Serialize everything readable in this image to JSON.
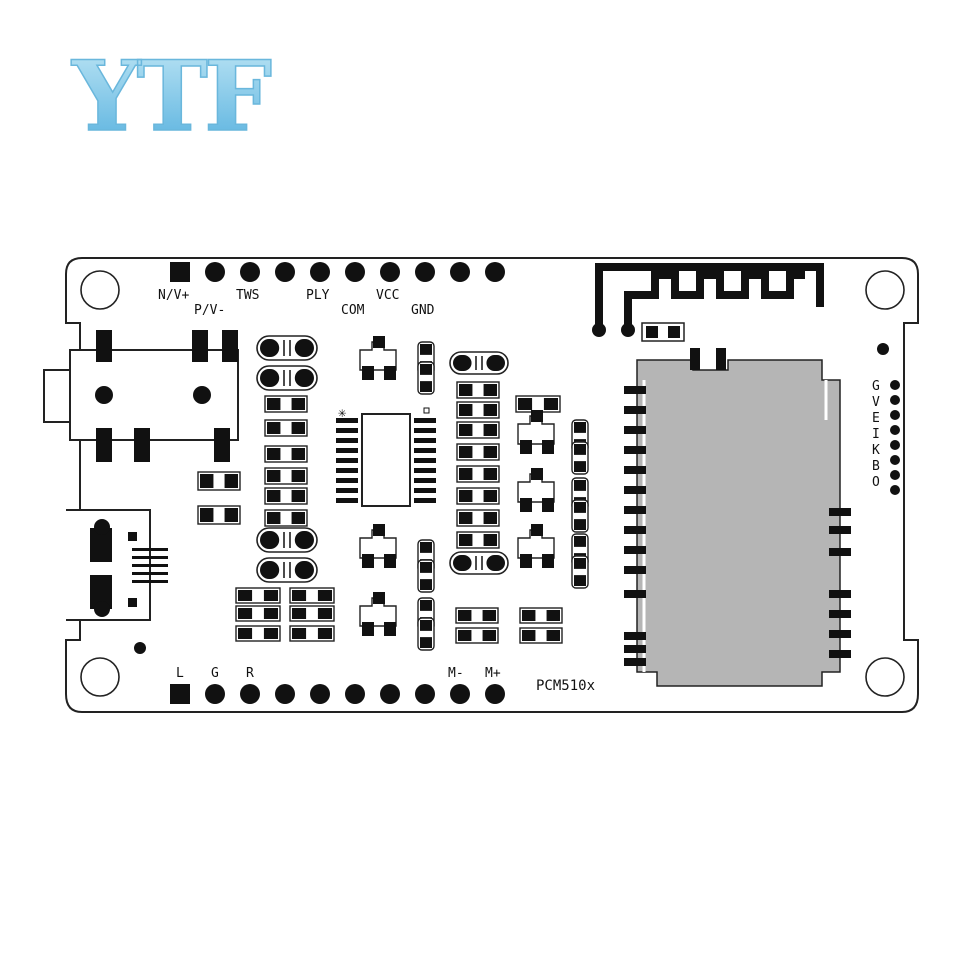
{
  "logo": {
    "text": "YTF",
    "color_light": "#bfe6f5",
    "color_dark": "#55b0de"
  },
  "board": {
    "name": "PCM510x",
    "colors": {
      "outline": "#222222",
      "pad": "#111111",
      "module": "#b5b5b5",
      "fill": "#ffffff"
    },
    "top_header_labels": [
      "N/V+",
      "P/V-",
      "TWS",
      "PLY",
      "COM",
      "VCC",
      "GND"
    ],
    "bottom_header_labels": [
      "L",
      "G",
      "R",
      "M-",
      "M+"
    ],
    "side_header_labels": [
      "G",
      "V",
      "E",
      "I",
      "K",
      "B",
      "O"
    ],
    "icon_names": [
      "audio-jack-icon",
      "usb-connector-icon",
      "antenna-icon",
      "module-icon",
      "ic-chip-icon"
    ]
  }
}
